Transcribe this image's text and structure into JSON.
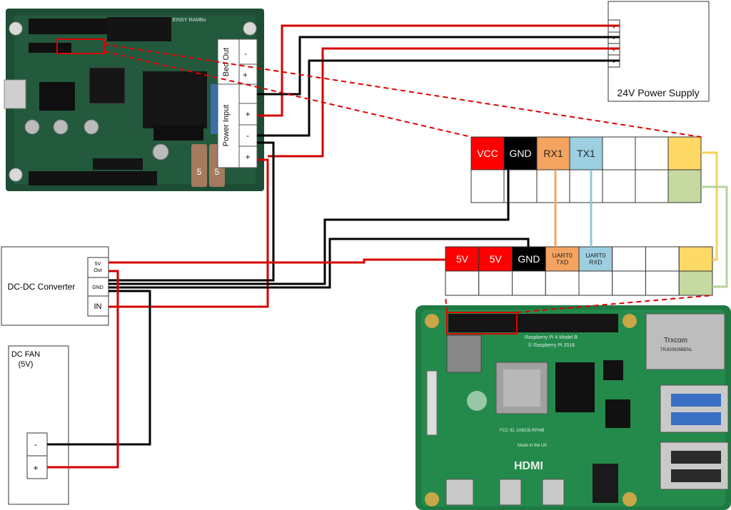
{
  "power_supply": {
    "label": "24V Power Supply",
    "terminals": [
      "+",
      "-",
      "+",
      "-"
    ]
  },
  "controller_board": {
    "title_text": "EINSY RAMBo",
    "bed_out_label": "Bed Out",
    "power_input_label": "Power Input",
    "bed_out_terminals": [
      "-",
      "+"
    ],
    "power_input_terminals": [
      "+",
      "-",
      "+"
    ],
    "fuse_labels": [
      "5",
      "5"
    ]
  },
  "serial_header": {
    "top_row": [
      {
        "text": "VCC",
        "color": "#ff0000",
        "text_color": "#ffffff"
      },
      {
        "text": "GND",
        "color": "#000000",
        "text_color": "#ffffff"
      },
      {
        "text": "RX1",
        "color": "#f4a460",
        "text_color": "#222222"
      },
      {
        "text": "TX1",
        "color": "#9ccfe0",
        "text_color": "#222222"
      },
      {
        "text": "",
        "color": "#ffffff",
        "text_color": "#000000"
      },
      {
        "text": "",
        "color": "#ffffff",
        "text_color": "#000000"
      },
      {
        "text": "",
        "color": "#ffd966",
        "text_color": "#000000"
      }
    ],
    "bottom_row_colors": [
      "#ffffff",
      "#ffffff",
      "#ffffff",
      "#ffffff",
      "#ffffff",
      "#ffffff",
      "#c5d9a0"
    ]
  },
  "pi_header": {
    "top_row": [
      {
        "text": "5V",
        "color": "#ff0000",
        "text_color": "#ffffff"
      },
      {
        "text": "5V",
        "color": "#ff0000",
        "text_color": "#ffffff"
      },
      {
        "text": "GND",
        "color": "#000000",
        "text_color": "#ffffff"
      },
      {
        "text": "UART0\nTXD",
        "color": "#f4a460",
        "text_color": "#222222"
      },
      {
        "text": "UART0\nRXD",
        "color": "#9ccfe0",
        "text_color": "#222222"
      },
      {
        "text": "",
        "color": "#ffffff",
        "text_color": "#000000"
      },
      {
        "text": "",
        "color": "#ffffff",
        "text_color": "#000000"
      },
      {
        "text": "",
        "color": "#ffd966",
        "text_color": "#000000"
      }
    ],
    "bottom_row_colors": [
      "#ffffff",
      "#ffffff",
      "#ffffff",
      "#ffffff",
      "#ffffff",
      "#ffffff",
      "#ffffff",
      "#c5d9a0"
    ]
  },
  "dc_converter": {
    "label": "DC-DC Converter",
    "terminals": [
      "5V\nOut",
      "GND",
      "IN"
    ]
  },
  "dc_fan": {
    "label_line1": "DC FAN",
    "label_line2": "(5V)",
    "terminals": [
      "-",
      "+"
    ]
  },
  "raspberry_pi": {
    "model_text": "Raspberry Pi 4 Model B",
    "copyright_text": "© Raspberry Pi 2018",
    "hdmi_text": "HDMI",
    "ethernet_text": "Trxcom",
    "ethernet_sub": "TRJG0926BENL",
    "fcc_text": "FCC ID: 2ABCB-RPI4B",
    "made_in": "Made in the UK"
  },
  "colors": {
    "wire_red": "#d40000",
    "wire_black": "#000000",
    "wire_orange": "#f4a460",
    "wire_blue": "#8fc7db",
    "wire_yellow": "#f5d05a",
    "wire_green": "#b7d39a",
    "pcb_green": "#1f7a45",
    "pcb_dark": "#1b3b2a",
    "highlight": "#e00000"
  }
}
